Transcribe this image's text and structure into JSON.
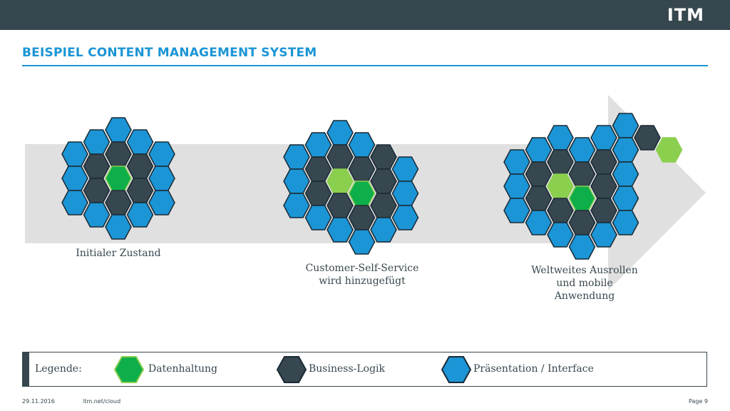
{
  "header": {
    "logo_text": "ITM"
  },
  "title": "BEISPIEL CONTENT MANAGEMENT SYSTEM",
  "colors": {
    "datenhaltung": "#0eae4a",
    "datenhaltung_light": "#8bcf4f",
    "business": "#37474f",
    "praesentation": "#1b95d5",
    "arrow": "#e0e0e0",
    "stroke": "#1a2a35"
  },
  "stages": [
    {
      "label_line1": "Initialer Zustand",
      "label_line2": "",
      "label_line3": ""
    },
    {
      "label_line1": "Customer-Self-Service",
      "label_line2": "wird hinzugefügt",
      "label_line3": ""
    },
    {
      "label_line1": "Weltweites Ausrollen",
      "label_line2": "und mobile",
      "label_line3": "Anwendung"
    }
  ],
  "legend": {
    "title": "Legende:",
    "items": [
      {
        "label": "Datenhaltung",
        "icon": "hexagon-green"
      },
      {
        "label": "Business-Logik",
        "icon": "hexagon-dark"
      },
      {
        "label": "Präsentation / Interface",
        "icon": "hexagon-blue"
      }
    ]
  },
  "footer": {
    "date": "29.11.2016",
    "url": "itm.net/cloud",
    "page": "Page 9"
  }
}
